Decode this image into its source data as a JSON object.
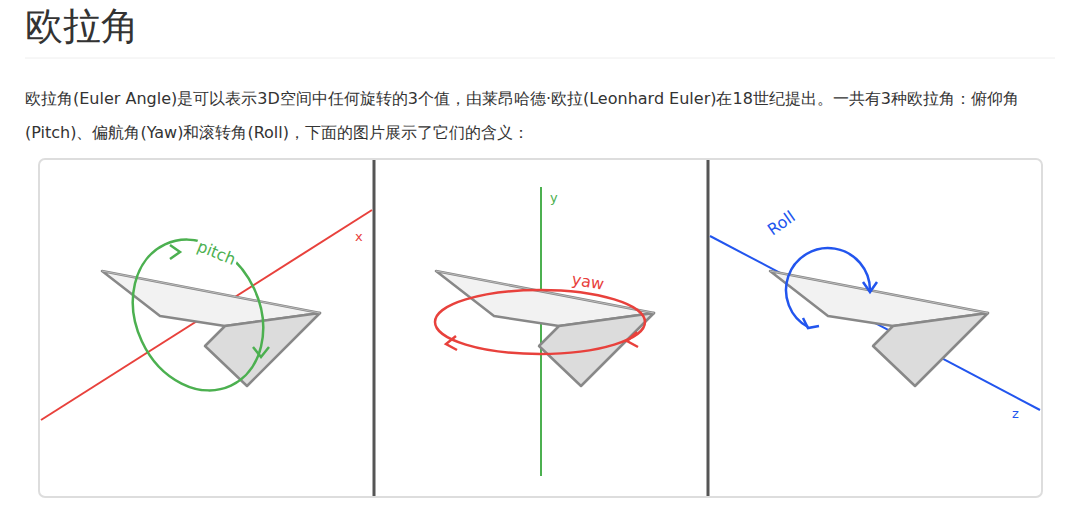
{
  "diagram": {
    "title": "欧拉角",
    "labels": [
      "欧拉角(Euler Angle)是可以表示3D空间中任何旋转的3个值，由莱昂哈德·欧拉(Leonhard Euler)在18世纪提出。一共有3种欧拉角：俯仰角(Pitch)、偏航角(Yaw)和滚转角(Roll)，下面的图片展示了它们的含义：",
      "pitch",
      "x",
      "y",
      "yaw",
      "Roll",
      "z"
    ]
  }
}
